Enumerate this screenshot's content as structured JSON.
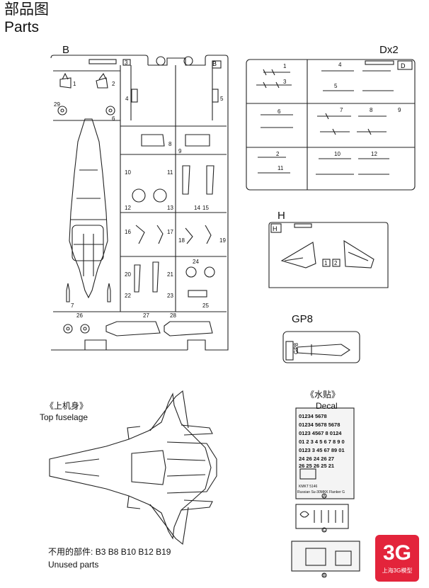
{
  "page": {
    "title_cn": "部品图",
    "title_en": "Parts"
  },
  "sprues": {
    "b_label": "B",
    "b_tag": "B",
    "d_label": "Dx2",
    "d_tag": "D",
    "h_label": "H",
    "h_tag": "H",
    "gp_label": "GP8",
    "gp_tag": "GP8"
  },
  "b_part_numbers": [
    "3",
    "1",
    "2",
    "4",
    "5",
    "29",
    "6",
    "8",
    "9",
    "10",
    "11",
    "12",
    "13",
    "14",
    "15",
    "16",
    "17",
    "18",
    "19",
    "20",
    "21",
    "22",
    "23",
    "24",
    "25",
    "7",
    "26",
    "27",
    "28"
  ],
  "d_part_numbers": [
    "1",
    "4",
    "3",
    "5",
    "6",
    "7",
    "8",
    "9",
    "2",
    "10",
    "11",
    "12"
  ],
  "h_part_numbers": [
    "1",
    "2"
  ],
  "top_fuselage": {
    "label_cn": "《上机身》",
    "label_en": "Top fuselage"
  },
  "decal": {
    "label_cn": "《水贴》",
    "label_en": "Decal",
    "rows": [
      "01234 5678",
      "01234 5678 5678",
      "0123 4567 8 0124",
      "01 2 3 4 5 6 7 8 9 0",
      "0123 3 45 67 89 01",
      "24 26 24 26 27",
      "26 25 26 25 21"
    ],
    "title_line": "Russian Su-30MKK Flanker G",
    "code": "KMKT 5146",
    "sheet_a": "A",
    "sheet_c": "C",
    "sheet_b": "B"
  },
  "unused": {
    "label_cn": "不用的部件:",
    "parts": "B3 B8 B10 B12 B19",
    "label_en": "Unused parts"
  },
  "badge": {
    "text": "3G",
    "subtext": "上海3G模型"
  }
}
